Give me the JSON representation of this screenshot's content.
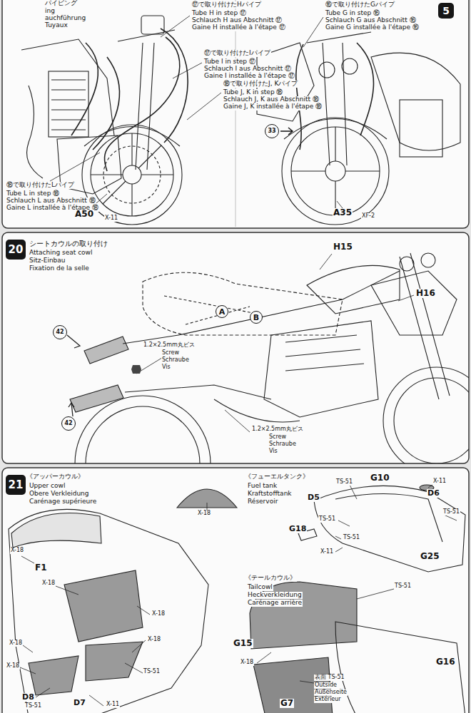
{
  "diagram": {
    "nodes": [
      {
        "text": [
          "5"
        ]
      },
      {
        "text": [
          "33"
        ]
      },
      {
        "text": [
          "20"
        ]
      },
      {
        "text": [
          "A"
        ]
      },
      {
        "text": [
          "B"
        ]
      },
      {
        "text": [
          "42"
        ]
      },
      {
        "text": [
          "42"
        ]
      },
      {
        "text": [
          "21"
        ]
      }
    ],
    "labels": [
      "パイピング",
      "ing",
      "auchführung",
      "Tuyaux",
      "⑰で取り付けたHパイプ",
      "Tube H in step ⑰",
      "Schlauch H aus Abschnitt ⑰",
      "Gaine H installée à l'étape ⑰",
      "⑰で取り付けたIパイプ",
      "Tube I in step ⑰",
      "Schlauch I aus Abschnitt ⑰",
      "Gaine I installée à l'étape ⑰",
      "⑱で取り付けたJ, Kパイプ",
      "Tube J, K in step ⑱",
      "Schlauch J, K aus Abschnitt ⑱",
      "Gaine J, K installée à l'étape ⑱",
      "⑱で取り付けたLパイプ",
      "Tube L in step ⑱",
      "Schlauch L aus Abschnitt ⑱",
      "Gaine L installée à l'étape ⑱",
      "A50",
      "X-11",
      "⑯で取り付けたGパイプ",
      "Tube G in step ⑯",
      "Schlauch G aus Abschnitt ⑯",
      "Gaine G installée à l'étape ⑯",
      "A35",
      "XF-2",
      "シートカウルの取り付け",
      "Attaching seat cowl",
      "Sitz-Einbau",
      "Fixation de la selle",
      "1.2×2.5mm丸ビス",
      "Screw",
      "Schraube",
      "Vis",
      "H15",
      "H16",
      "1.2×2.5mm丸ビス",
      "Screw",
      "Schraube",
      "Vis",
      "《アッパーカウル》",
      "Upper cowl",
      "Obere Verkleidung",
      "Carénage supérieure",
      "X-18",
      "X-18",
      "F1",
      "X-18",
      "X-18",
      "X-18",
      "X-18",
      "X-18",
      "TS-51",
      "D8",
      "TS-51",
      "D7",
      "X-11",
      "《フューエルタンク》",
      "Fuel tank",
      "Kraftstofftank",
      "Réservoir",
      "TS-51",
      "G10",
      "X-11",
      "D6",
      "D5",
      "TS-51",
      "TS-51",
      "G18",
      "TS-51",
      "X-11",
      "G25",
      "《テールカウル》",
      "Tailcowl",
      "Heckverkleidung",
      "Carénage arrière",
      "TS-51",
      "G15",
      "X-18",
      "G16",
      "G7",
      "表面 TS-51",
      "Outside",
      "Außenseite",
      "Extérieur"
    ]
  }
}
